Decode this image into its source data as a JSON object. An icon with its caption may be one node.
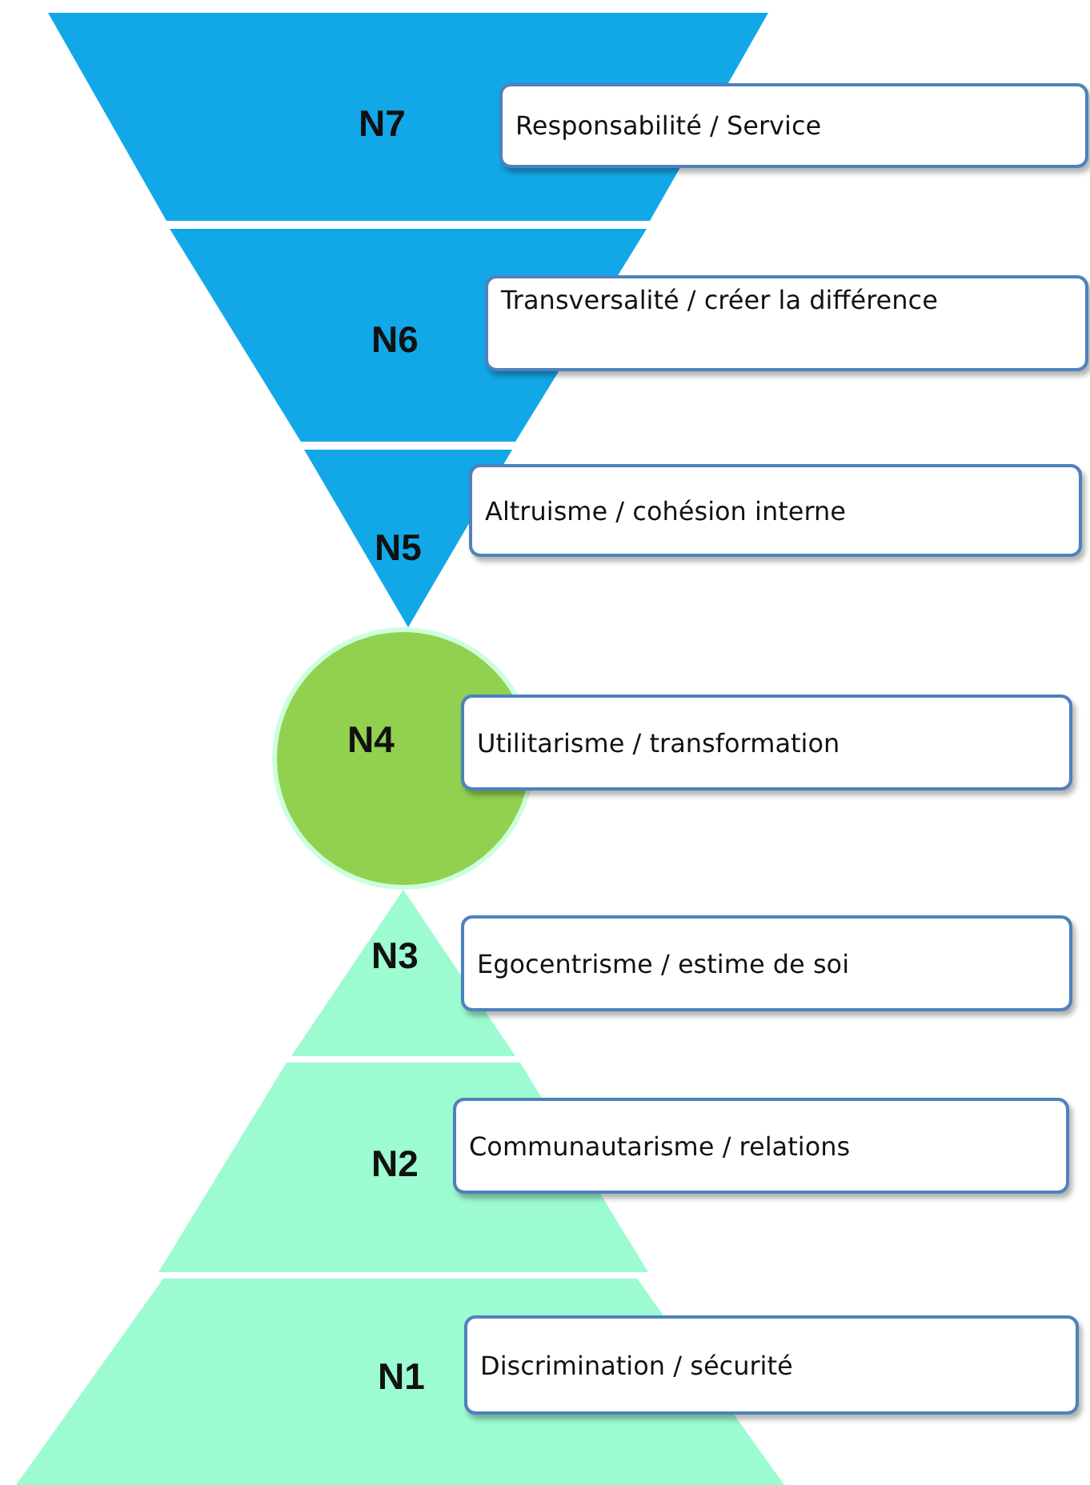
{
  "diagram": {
    "nodes": [
      {
        "text": [
          "N7"
        ]
      },
      {
        "text": [
          "Responsabilité / Service"
        ]
      },
      {
        "text": [
          "N6"
        ]
      },
      {
        "text": [
          "Transversalité / créer la différence"
        ]
      },
      {
        "text": [
          "N5"
        ]
      },
      {
        "text": [
          "Altruisme / cohésion interne"
        ]
      },
      {
        "text": [
          "N4"
        ]
      },
      {
        "text": [
          "Utilitarisme / transformation"
        ]
      },
      {
        "text": [
          "N3"
        ]
      },
      {
        "text": [
          "Egocentrisme / estime de soi"
        ]
      },
      {
        "text": [
          "N2"
        ]
      },
      {
        "text": [
          "Communautarisme / relations"
        ]
      },
      {
        "text": [
          "N1"
        ]
      },
      {
        "text": [
          "Discrimination / sécurité"
        ]
      }
    ]
  }
}
